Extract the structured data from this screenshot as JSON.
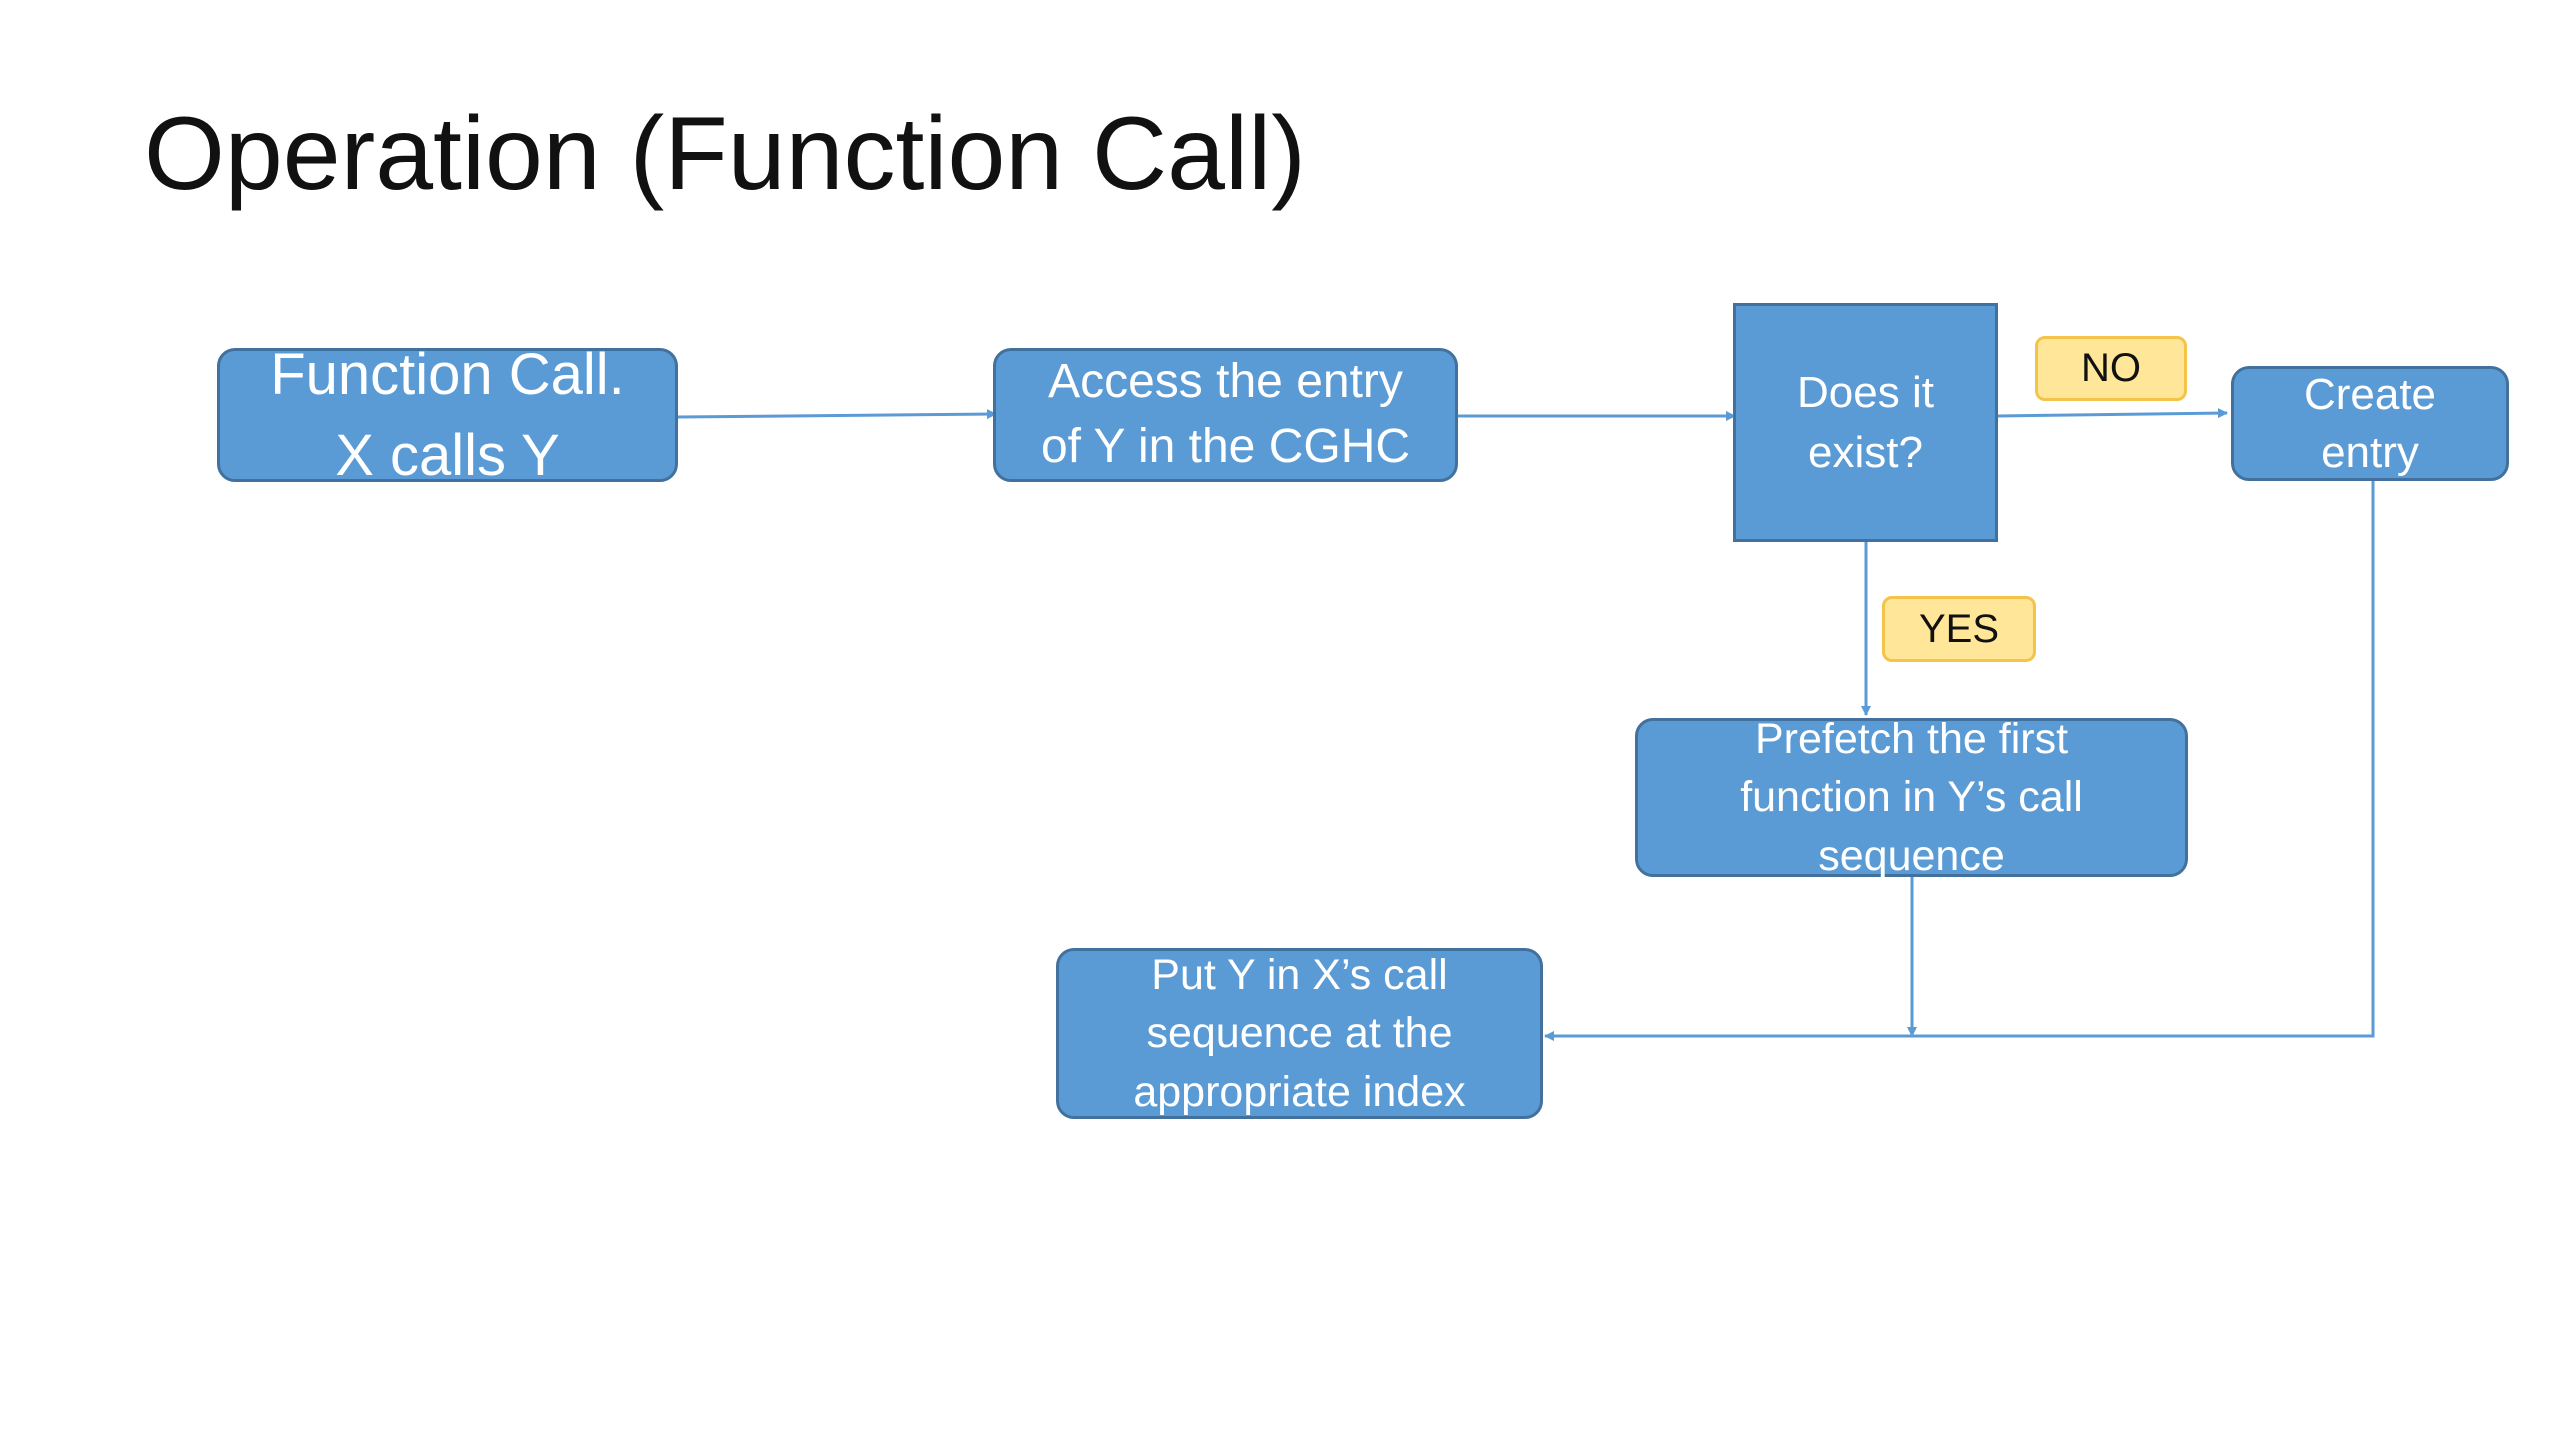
{
  "slide": {
    "title": "Operation (Function Call)"
  },
  "nodes": {
    "function_call": {
      "lines": [
        "Function Call.",
        "X calls Y"
      ]
    },
    "access_entry": {
      "lines": [
        "Access the entry",
        "of Y in the CGHC"
      ]
    },
    "does_it_exist": {
      "lines": [
        "Does it",
        "exist?"
      ]
    },
    "create_entry": {
      "lines": [
        "Create",
        "entry"
      ]
    },
    "prefetch": {
      "lines": [
        "Prefetch the first",
        "function in Y’s call",
        "sequence"
      ]
    },
    "put_y": {
      "lines": [
        "Put Y in X’s call",
        "sequence at the",
        "appropriate index"
      ]
    }
  },
  "edge_labels": {
    "no": "NO",
    "yes": "YES"
  },
  "colors": {
    "box_fill": "#5b9bd5",
    "box_border": "#41719c",
    "connector": "#5b9bd5",
    "tag_fill": "#ffe699",
    "tag_border": "#f4c44a"
  }
}
